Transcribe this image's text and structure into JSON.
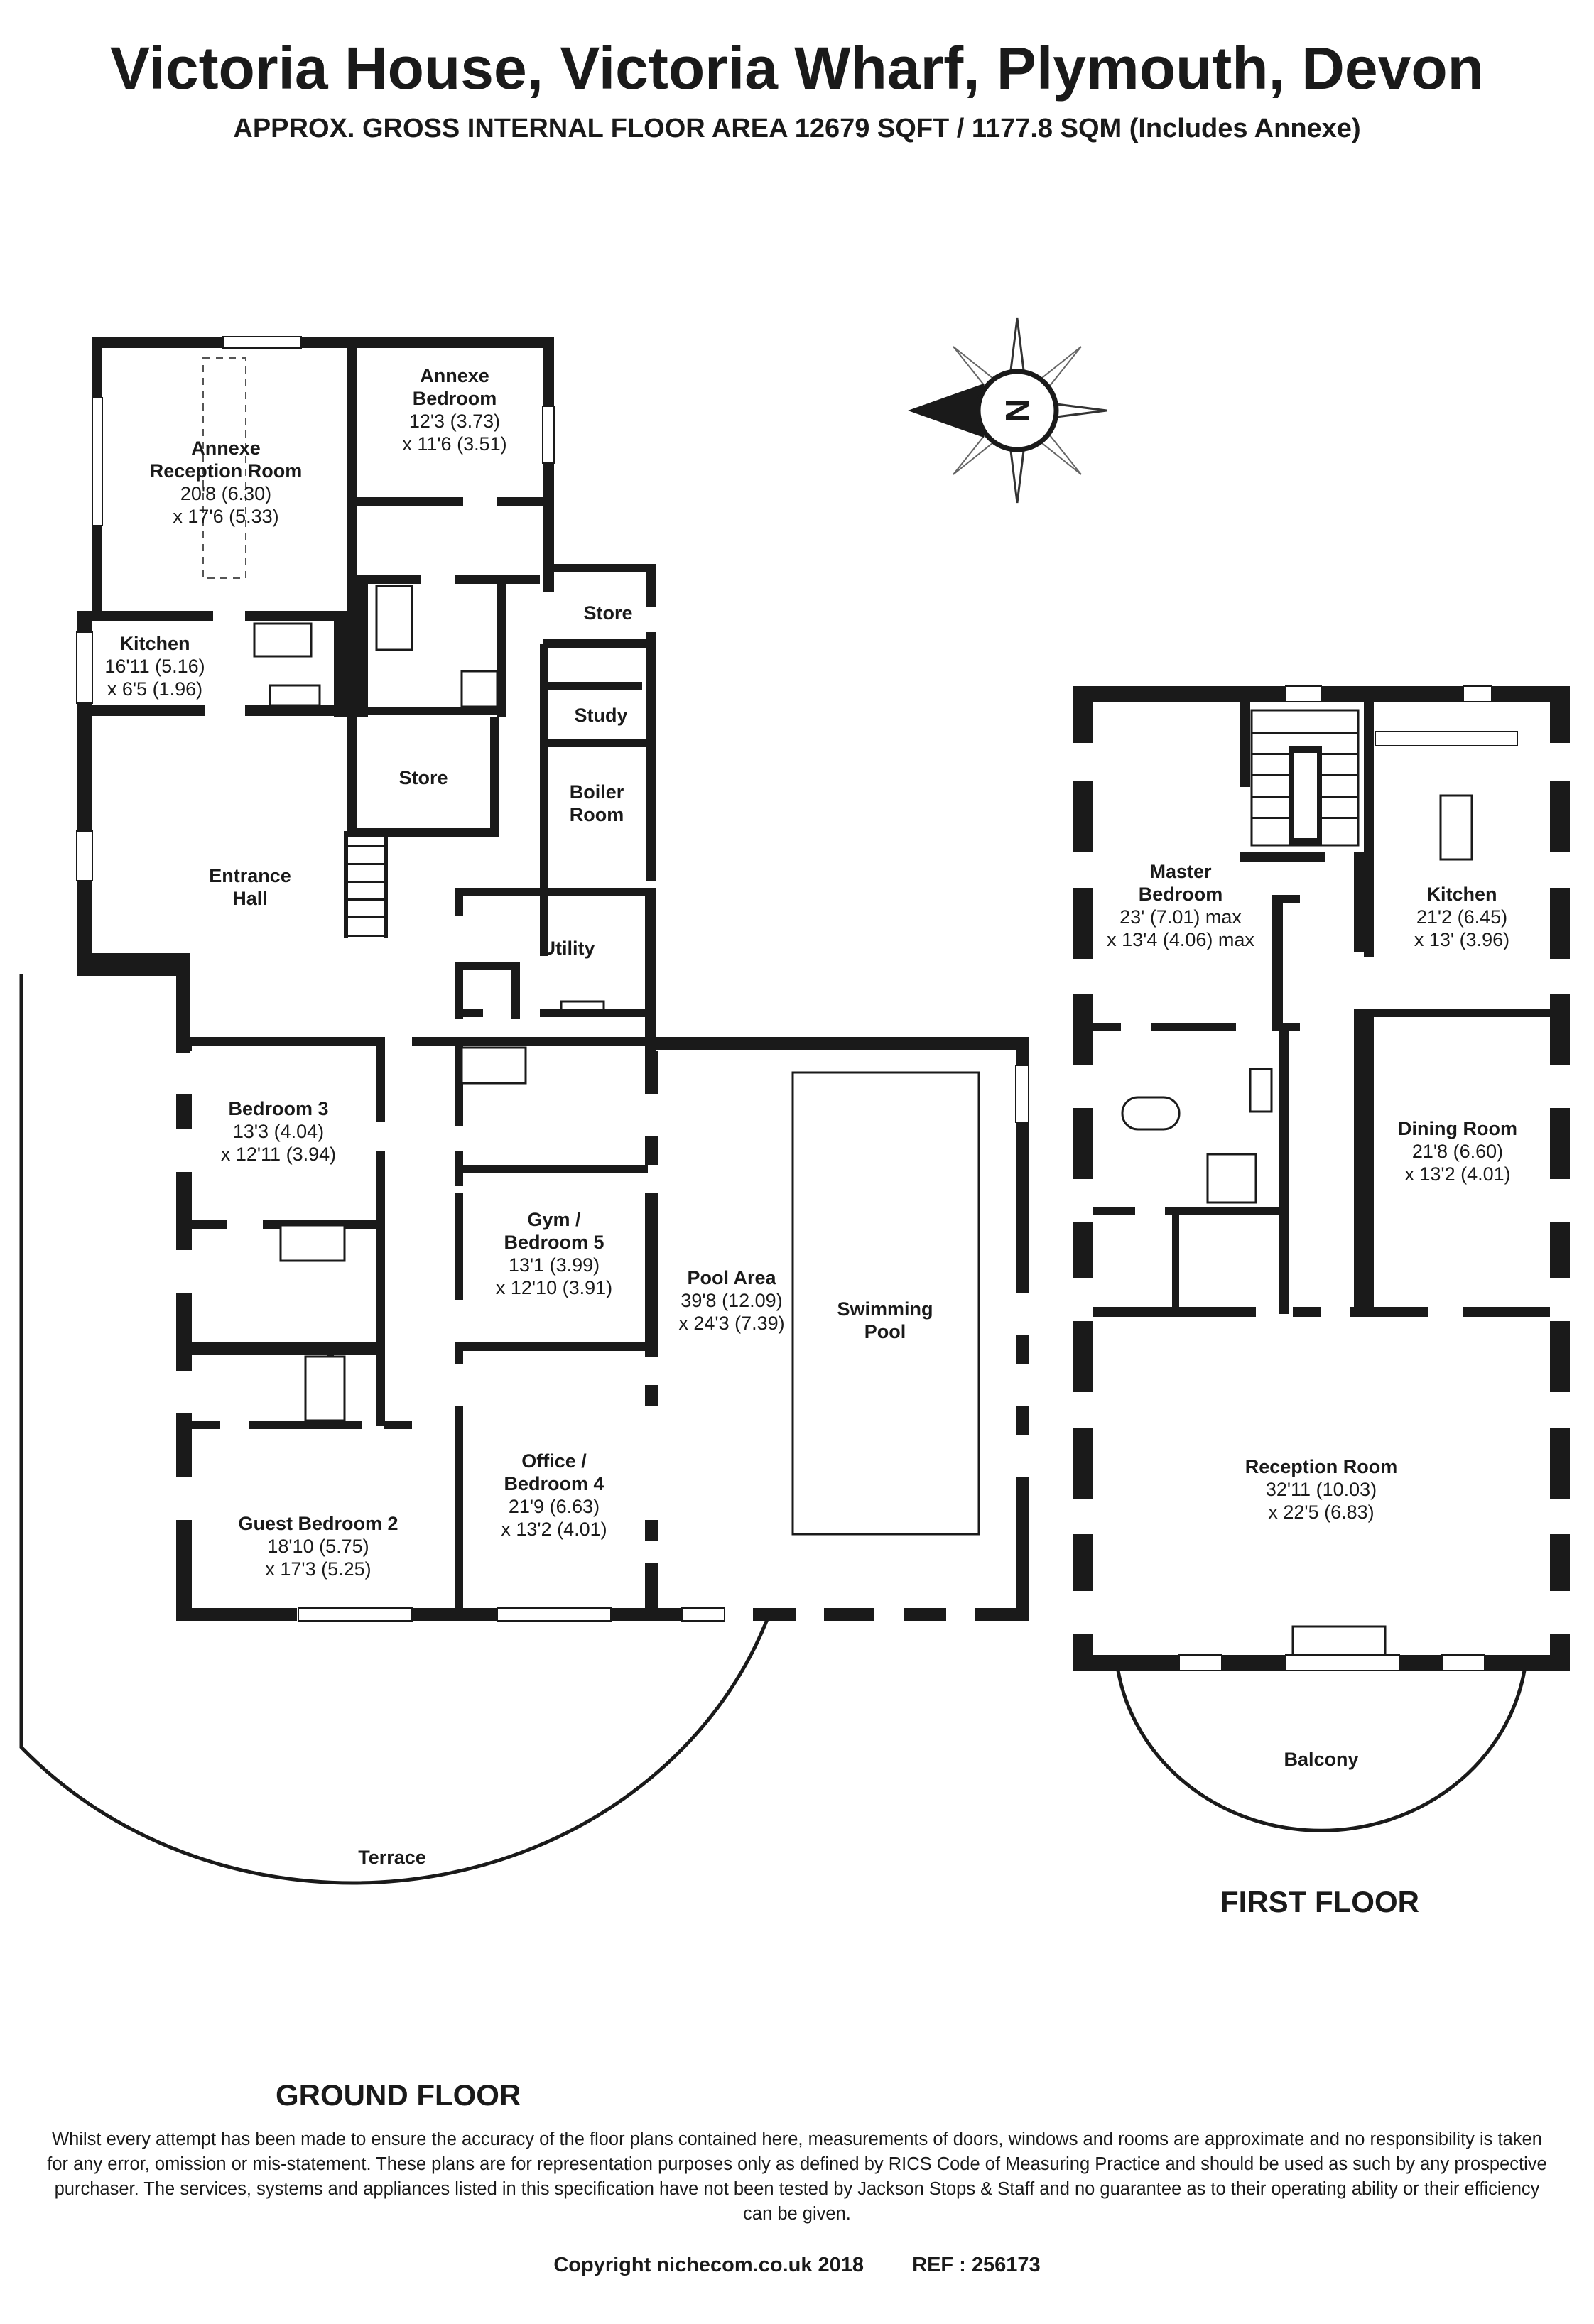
{
  "header": {
    "title": "Victoria House, Victoria Wharf, Plymouth, Devon",
    "subtitle": "APPROX. GROSS INTERNAL FLOOR AREA 12679 SQFT / 1177.8 SQM (Includes Annexe)"
  },
  "compass": {
    "label": "N"
  },
  "ground_floor": {
    "label": "GROUND FLOOR",
    "rooms": {
      "annexe_reception": {
        "name1": "Annexe",
        "name2": "Reception Room",
        "dim1": "20'8 (6.30)",
        "dim2": "x 17'6 (5.33)"
      },
      "annexe_bedroom": {
        "name1": "Annexe",
        "name2": "Bedroom",
        "dim1": "12'3 (3.73)",
        "dim2": "x 11'6 (3.51)"
      },
      "kitchen": {
        "name": "Kitchen",
        "dim1": "16'11 (5.16)",
        "dim2": "x 6'5 (1.96)"
      },
      "store_top": {
        "name": "Store"
      },
      "study": {
        "name": "Study"
      },
      "store_mid": {
        "name": "Store"
      },
      "boiler": {
        "name1": "Boiler",
        "name2": "Room"
      },
      "entrance": {
        "name1": "Entrance",
        "name2": "Hall"
      },
      "utility": {
        "name": "Utility"
      },
      "bedroom3": {
        "name": "Bedroom 3",
        "dim1": "13'3 (4.04)",
        "dim2": "x 12'11 (3.94)"
      },
      "gym": {
        "name1": "Gym /",
        "name2": "Bedroom 5",
        "dim1": "13'1 (3.99)",
        "dim2": "x 12'10 (3.91)"
      },
      "pool_area": {
        "name": "Pool Area",
        "dim1": "39'8 (12.09)",
        "dim2": "x 24'3 (7.39)"
      },
      "swimming_pool": {
        "name1": "Swimming",
        "name2": "Pool"
      },
      "office": {
        "name1": "Office /",
        "name2": "Bedroom 4",
        "dim1": "21'9 (6.63)",
        "dim2": "x 13'2 (4.01)"
      },
      "guest_bedroom": {
        "name": "Guest Bedroom 2",
        "dim1": "18'10 (5.75)",
        "dim2": "x 17'3 (5.25)"
      },
      "terrace": {
        "name": "Terrace"
      }
    }
  },
  "first_floor": {
    "label": "FIRST FLOOR",
    "rooms": {
      "master": {
        "name1": "Master",
        "name2": "Bedroom",
        "dim1": "23' (7.01) max",
        "dim2": "x 13'4 (4.06) max"
      },
      "kitchen": {
        "name": "Kitchen",
        "dim1": "21'2 (6.45)",
        "dim2": "x 13' (3.96)"
      },
      "dining": {
        "name": "Dining Room",
        "dim1": "21'8 (6.60)",
        "dim2": "x 13'2 (4.01)"
      },
      "reception": {
        "name": "Reception Room",
        "dim1": "32'11 (10.03)",
        "dim2": "x 22'5 (6.83)"
      },
      "balcony": {
        "name": "Balcony"
      }
    }
  },
  "disclaimer": "Whilst every attempt has been made to ensure the accuracy of the floor plans contained here, measurements of doors, windows and rooms are approximate and no responsibility is taken for any error, omission or mis-statement. These plans are for representation purposes only as defined by RICS Code of Measuring Practice and should be used as such by any prospective purchaser. The services, systems and appliances listed in this specification have not been tested by Jackson Stops & Staff and no guarantee as to their operating ability or their efficiency can be given.",
  "footer": {
    "copyright": "Copyright nichecom.co.uk 2018",
    "ref": "REF : 256173"
  }
}
